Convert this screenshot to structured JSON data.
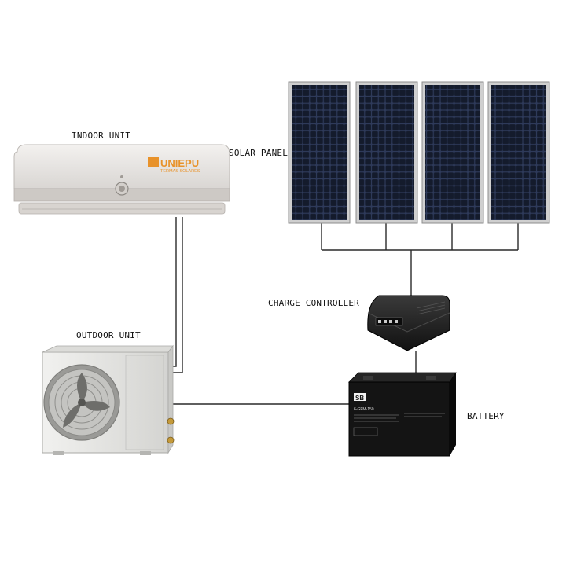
{
  "labels": {
    "indoor_unit": "INDOOR UNIT",
    "solar_panel": "SOLAR PANEL",
    "charge_controller": "CHARGE CONTROLLER",
    "outdoor_unit": "OUTDOOR UNIT",
    "battery": "BATTERY"
  },
  "branding": {
    "indoor_logo_name": "UNIEPU",
    "indoor_logo_tagline": "TERMAS SOLARES",
    "battery_brand": "SB",
    "battery_model": "6-GFM-150"
  },
  "counts": {
    "solar_panels": 4
  },
  "colors": {
    "wire": "#2a2a2a",
    "indoor_body": "#e9e6e4",
    "logo_orange": "#e8922a",
    "panel_frame": "#c8c8c8",
    "panel_cell": "#1a2236",
    "controller_body": "#1e1e1e",
    "outdoor_body": "#e7e7e5",
    "battery_body": "#141414"
  }
}
